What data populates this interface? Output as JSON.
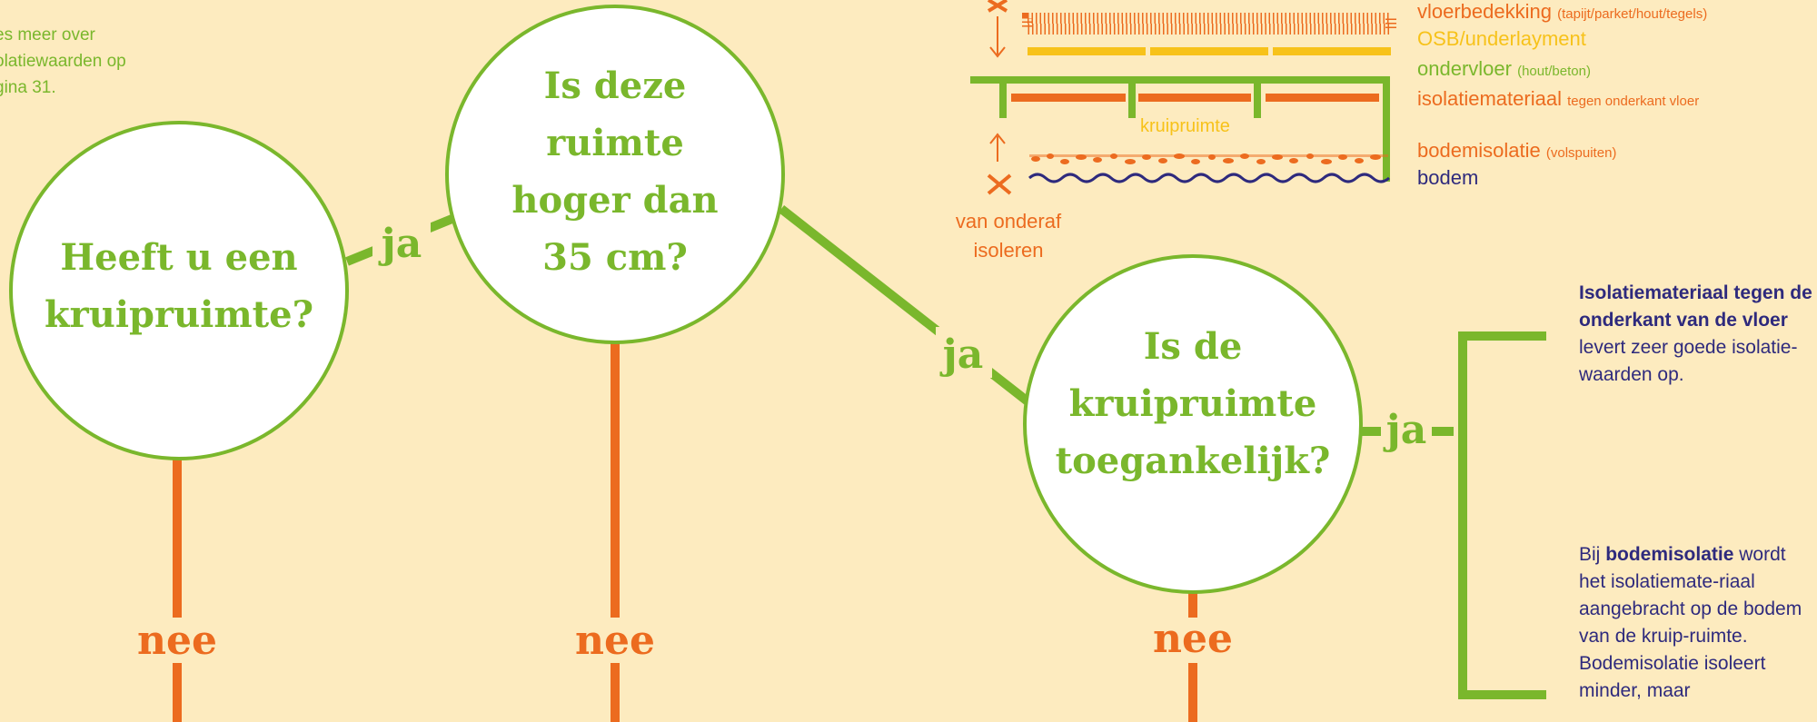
{
  "side_note": "es meer over\nolatiewaarden op\ngina 31.",
  "questions": {
    "q1": [
      "Heeft u een",
      "kruipruimte?"
    ],
    "q2": [
      "Is deze",
      "ruimte",
      "hoger dan",
      "35 cm?"
    ],
    "q3": [
      "Is de",
      "kruipruimte",
      "toegankelijk?"
    ]
  },
  "answers": {
    "yes": "ja",
    "no": "nee"
  },
  "legend": {
    "vloerbedekking": "vloerbedekking",
    "vloerbedekking_note": "(tapijt/parket/hout/tegels)",
    "osb": "OSB/underlayment",
    "ondervloer": "ondervloer",
    "ondervloer_note": "(hout/beton)",
    "isolatiemateriaal": "isolatiemateriaal",
    "isolatiemateriaal_note": "tegen onderkant vloer",
    "bodemisolatie": "bodemisolatie",
    "bodemisolatie_note": "(volspuiten)",
    "bodem": "bodem"
  },
  "diagram_labels": {
    "kruipruimte": "kruipruimte",
    "van_onderaf": "van onderaf\nisoleren"
  },
  "info": {
    "block1_bold": "Isolatiemateriaal tegen de onderkant van de vloer",
    "block1_rest": " levert zeer goede isolatie-waarden op.",
    "block2_pre": "Bij ",
    "block2_bold": "bodemisolatie",
    "block2_rest": " wordt het isolatiemate-riaal aangebracht op de bodem van de kruip-ruimte. Bodemisolatie isoleert minder, maar"
  },
  "colors": {
    "background": "#fdebbf",
    "green": "#7ab72c",
    "orange": "#ec6b1f",
    "yellow": "#f7c21a",
    "navy": "#2e2a7d"
  }
}
